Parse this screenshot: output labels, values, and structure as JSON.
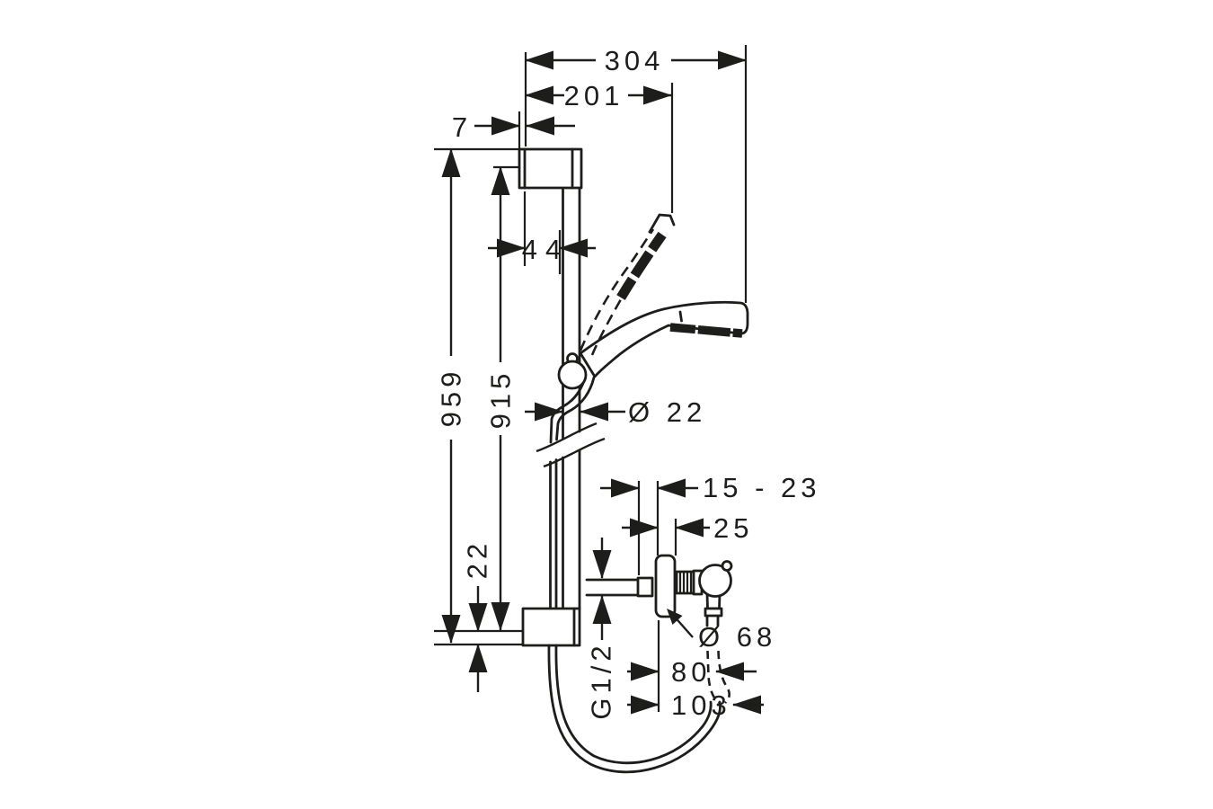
{
  "page": {
    "background": "#ffffff",
    "line_color": "#1d1d1b"
  },
  "drawing": {
    "labels": {
      "overall_width": "304",
      "head_offset": "201",
      "wall_gap": "7",
      "bar_offset": "44",
      "bar_height_overall": "959",
      "bar_height_fixing": "915",
      "bar_diameter": "Ø 22",
      "bottom_offset": "22",
      "install_depth_range": "15 - 23",
      "escutcheon_depth": "25",
      "escutcheon_diameter": "Ø 68",
      "connection_thread": "G1/2",
      "hose_offset_inner": "80",
      "hose_offset_outer": "103"
    }
  }
}
